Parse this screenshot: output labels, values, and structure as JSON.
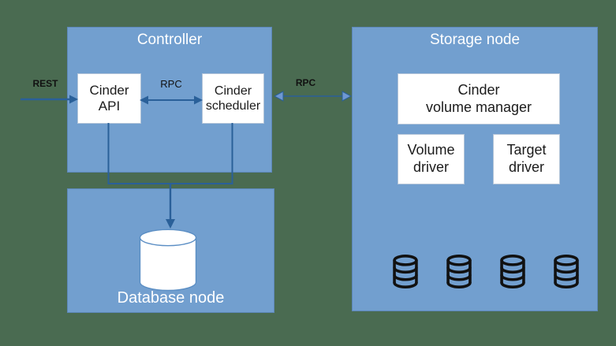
{
  "colors": {
    "background": "#4a6b51",
    "node_fill": "#729fcf",
    "node_border": "#5d87b8",
    "box_fill": "#ffffff",
    "box_border": "#b3c4d8",
    "arrow": "#2a6099",
    "arrow_head_light": "#6f98d2",
    "title_text": "#ffffff",
    "box_text": "#1b1b1b",
    "label_text": "#111111",
    "disk_icon": "#111111"
  },
  "controller": {
    "title": "Controller",
    "api_label": "Cinder\nAPI",
    "scheduler_label": "Cinder\nscheduler"
  },
  "storage": {
    "title": "Storage node",
    "volume_manager_label": "Cinder\nvolume manager",
    "volume_driver_label": "Volume\ndriver",
    "target_driver_label": "Target\ndriver",
    "disk_count": 4
  },
  "database": {
    "title": "Database node"
  },
  "edge_labels": {
    "rest": "REST",
    "rpc_internal": "RPC",
    "rpc_external": "RPC"
  }
}
